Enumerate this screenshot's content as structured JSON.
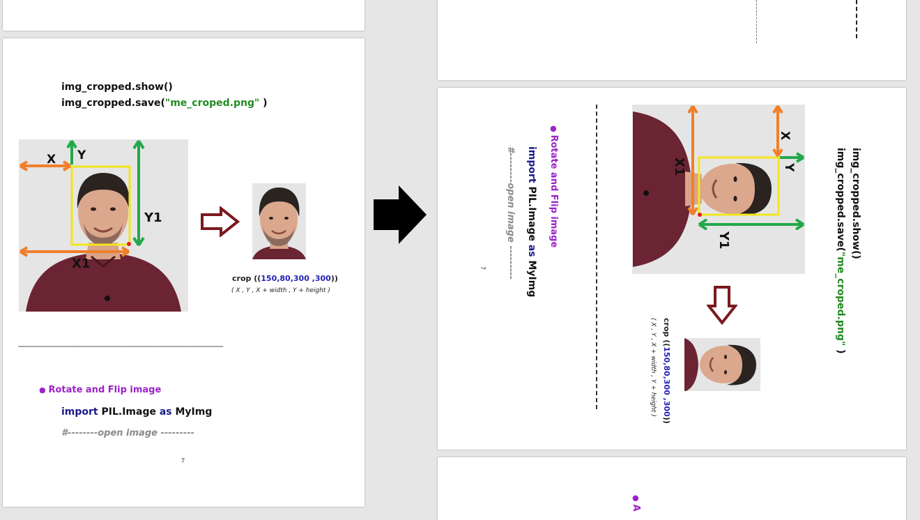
{
  "left_page": {
    "code_show": "img_cropped.show()",
    "code_save_prefix": "img_cropped.save(",
    "code_save_string": "\"me_croped.png\"",
    "code_save_suffix": " )",
    "diagram_labels": {
      "x": "X",
      "y": "Y",
      "y1": "Y1",
      "x1": "X1"
    },
    "crop_prefix": "crop ((",
    "crop_values": "150,80,300 ,300",
    "crop_suffix": "))",
    "crop_caption": "( X , Y , X + width , Y + height )",
    "separator": "------------------------------------------------------------------------------------------------",
    "bullet_title": "Rotate and Flip image",
    "import_kw": "import",
    "import_mod": " PIL.Image ",
    "import_as": "as",
    "import_alias": " MyImg",
    "comment": "#--------open  image ---------",
    "page_number": "7"
  },
  "right_page": {
    "code_show": "img_cropped.show()",
    "code_save_prefix": "img_cropped.save(",
    "code_save_string": "\"me_croped.png\"",
    "code_save_suffix": " )",
    "diagram_labels": {
      "x": "X",
      "y": "Y",
      "y1": "Y1",
      "x1": "X1"
    },
    "crop_prefix": "crop ((",
    "crop_values": "150,80,300 ,300",
    "crop_suffix": "))",
    "crop_caption": "( X , Y , X + width , Y + height )",
    "bullet_title": "Rotate and Flip image",
    "import_kw": "import",
    "import_mod": " PIL.Image ",
    "import_as": "as",
    "import_alias": " MyImg",
    "comment": "#--------open  image ---------",
    "page_number": "7",
    "next_page_bullet": "A"
  },
  "colors": {
    "orange_arrow": "#f07f2a",
    "green_arrow": "#23a84a",
    "yellow_box": "#f2e51e",
    "maroon_arrow": "#7a1a1f",
    "bullet_purple": "#9b22c9",
    "string_green": "#228b22",
    "number_blue": "#1f1fb8"
  },
  "icons": [
    "big-right-arrow-icon",
    "hollow-right-arrow-icon",
    "hollow-down-arrow-icon"
  ]
}
